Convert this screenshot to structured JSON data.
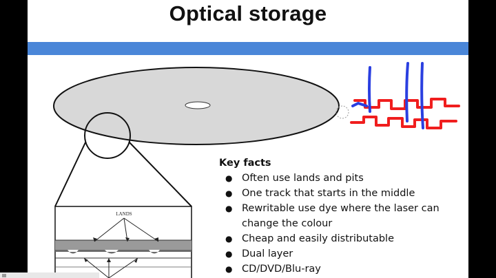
{
  "slide": {
    "title": "Optical storage",
    "accent_color": "#4a86d8",
    "diagram": {
      "label_lands": "LANDS"
    },
    "key_facts": {
      "heading": "Key facts",
      "items": [
        "Often use lands and pits",
        "One track that starts in the middle",
        "Rewritable use dye where the laser can change the colour",
        "Cheap and easily distributable",
        "Dual layer",
        "CD/DVD/Blu-ray"
      ]
    },
    "annotation_colors": {
      "blue": "#2a3fe0",
      "red": "#f01e1e"
    }
  }
}
